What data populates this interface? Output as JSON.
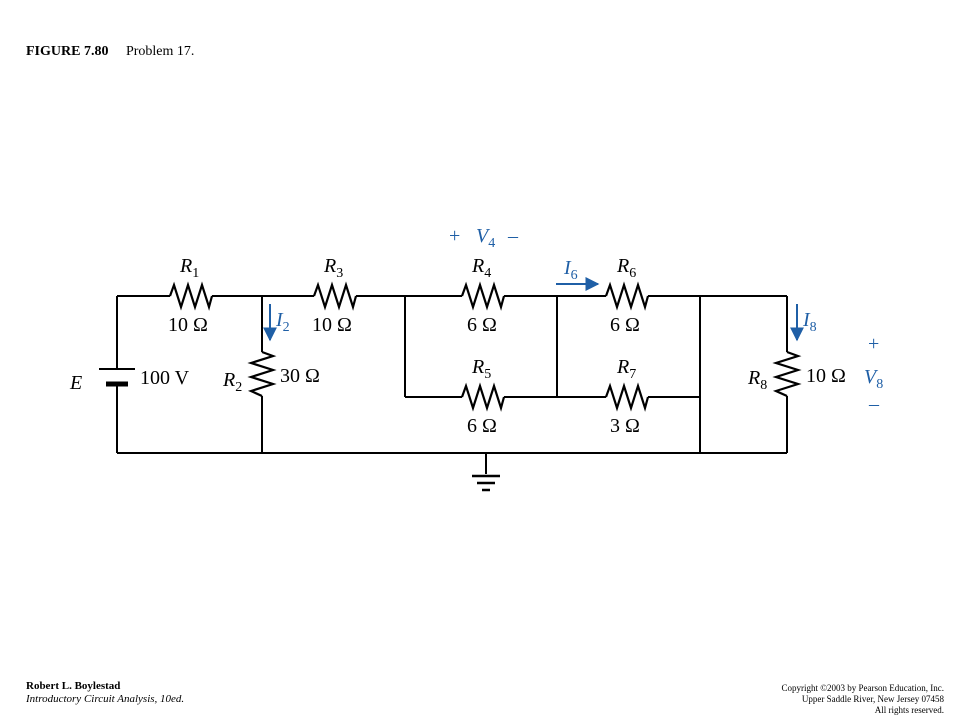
{
  "caption": {
    "figure": "FIGURE 7.80",
    "problem": "Problem 17."
  },
  "source": {
    "value": "100 V",
    "name": "E"
  },
  "resistors": {
    "r1": {
      "name": "R",
      "sub": "1",
      "value": "10 Ω"
    },
    "r2": {
      "name": "R",
      "sub": "2",
      "value": "30 Ω"
    },
    "r3": {
      "name": "R",
      "sub": "3",
      "value": "10 Ω"
    },
    "r4": {
      "name": "R",
      "sub": "4",
      "value": "6 Ω"
    },
    "r5": {
      "name": "R",
      "sub": "5",
      "value": "6 Ω"
    },
    "r6": {
      "name": "R",
      "sub": "6",
      "value": "6 Ω"
    },
    "r7": {
      "name": "R",
      "sub": "7",
      "value": "3 Ω"
    },
    "r8": {
      "name": "R",
      "sub": "8",
      "value": "10 Ω"
    }
  },
  "currents": {
    "i2": {
      "name": "I",
      "sub": "2"
    },
    "i6": {
      "name": "I",
      "sub": "6"
    },
    "i8": {
      "name": "I",
      "sub": "8"
    }
  },
  "voltages": {
    "v4": {
      "plus": "+",
      "name": "V",
      "sub": "4",
      "minus": "–"
    },
    "v8": {
      "plus": "+",
      "name": "V",
      "sub": "8",
      "minus": "–"
    }
  },
  "colors": {
    "annotation": "#1f5fa6",
    "wire": "#000000"
  },
  "footer": {
    "author": "Robert L. Boylestad",
    "book": "Introductory Circuit Analysis, 10ed.",
    "copyright": "Copyright ©2003 by Pearson Education, Inc.",
    "address": "Upper Saddle River, New Jersey 07458",
    "rights": "All rights reserved."
  }
}
